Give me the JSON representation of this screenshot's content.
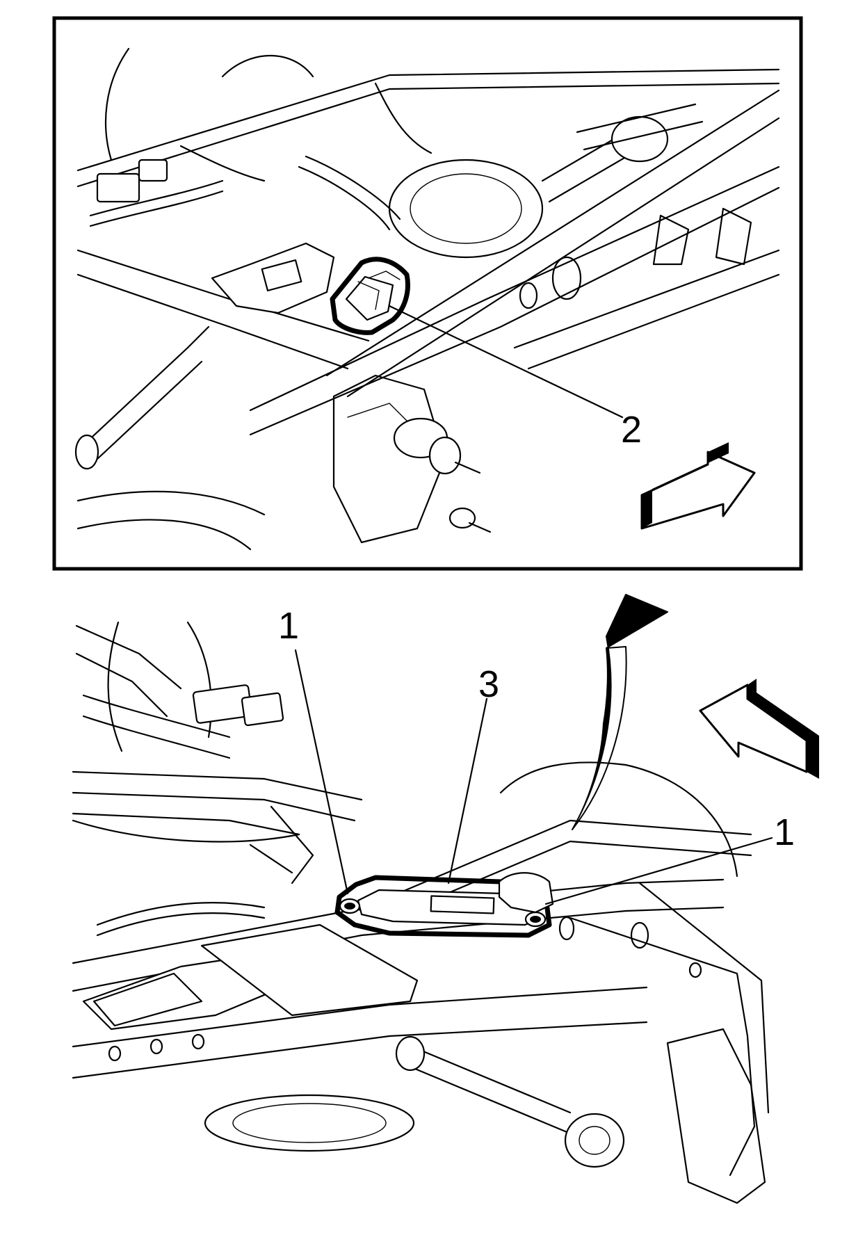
{
  "callouts": {
    "inset_part": "2",
    "fastener_left": "1",
    "fastener_right": "1",
    "module": "3"
  }
}
